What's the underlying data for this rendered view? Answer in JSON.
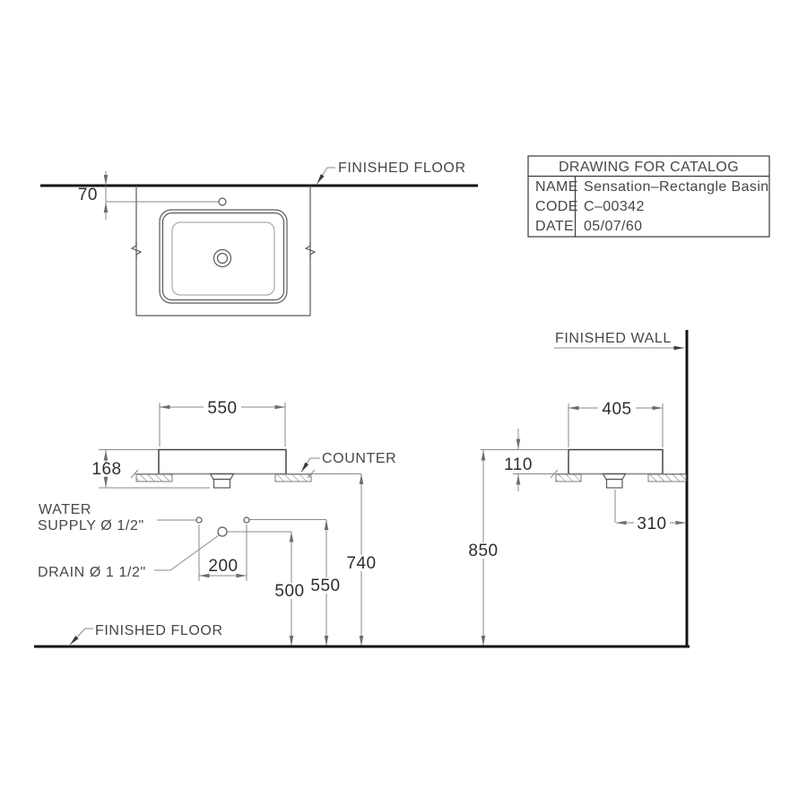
{
  "title_block": {
    "title": "DRAWING FOR CATALOG",
    "rows": [
      {
        "label": "NAME",
        "value": "Sensation–Rectangle Basin"
      },
      {
        "label": "CODE",
        "value": "C–00342"
      },
      {
        "label": "DATE",
        "value": "05/07/60"
      }
    ]
  },
  "labels": {
    "finished_floor_top": "FINISHED FLOOR",
    "finished_wall": "FINISHED WALL",
    "counter": "COUNTER",
    "water_supply_line1": "WATER",
    "water_supply_line2": "SUPPLY Ø 1/2\"",
    "drain": "DRAIN Ø 1 1/2\"",
    "finished_floor_bottom": "FINISHED FLOOR"
  },
  "dims": {
    "faucet_offset": "70",
    "basin_width": "550",
    "basin_total_height": "168",
    "supply_spacing": "200",
    "drain_height": "500",
    "supply_height": "550",
    "counter_height": "740",
    "basin_depth": "405",
    "rim_above_counter": "110",
    "rim_height": "850",
    "drain_offset_wall": "310"
  }
}
